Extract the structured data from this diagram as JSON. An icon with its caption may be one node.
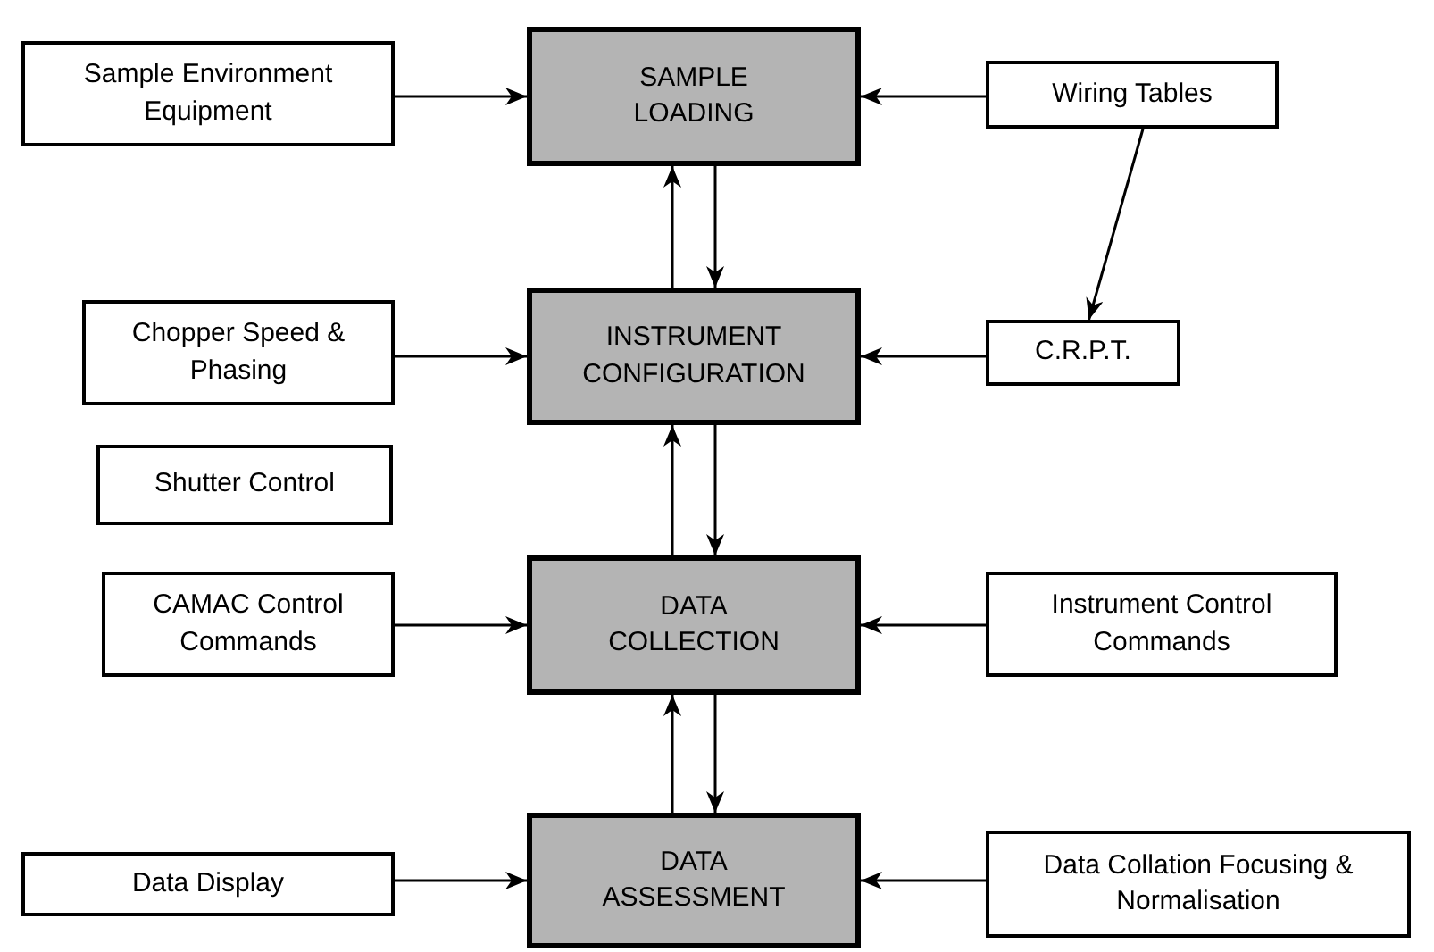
{
  "diagram": {
    "nodes": [
      {
        "text": [
          "Sample Environment Equipment"
        ]
      },
      {
        "text": [
          "SAMPLE LOADING"
        ]
      },
      {
        "text": [
          "Wiring Tables"
        ]
      },
      {
        "text": [
          "Chopper Speed & Phasing"
        ]
      },
      {
        "text": [
          "INSTRUMENT CONFIGURATION"
        ]
      },
      {
        "text": [
          "C.R.P.T."
        ]
      },
      {
        "text": [
          "Shutter Control"
        ]
      },
      {
        "text": [
          "CAMAC Control Commands"
        ]
      },
      {
        "text": [
          "DATA COLLECTION"
        ]
      },
      {
        "text": [
          "Instrument Control Commands"
        ]
      },
      {
        "text": [
          "Data Display"
        ]
      },
      {
        "text": [
          "DATA ASSESSMENT"
        ]
      },
      {
        "text": [
          "Data Collation Focusing & Normalisation"
        ]
      }
    ],
    "edges": [
      {
        "from": 0,
        "to": 1,
        "arrow": "to"
      },
      {
        "from": 2,
        "to": 1,
        "arrow": "to"
      },
      {
        "from": 2,
        "to": 5,
        "arrow": "to"
      },
      {
        "from": 4,
        "to": 1,
        "arrow": "to"
      },
      {
        "from": 1,
        "to": 4,
        "arrow": "to"
      },
      {
        "from": 3,
        "to": 4,
        "arrow": "to"
      },
      {
        "from": 5,
        "to": 4,
        "arrow": "to"
      },
      {
        "from": 8,
        "to": 4,
        "arrow": "to"
      },
      {
        "from": 4,
        "to": 8,
        "arrow": "to"
      },
      {
        "from": 7,
        "to": 8,
        "arrow": "to"
      },
      {
        "from": 9,
        "to": 8,
        "arrow": "to"
      },
      {
        "from": 11,
        "to": 8,
        "arrow": "to"
      },
      {
        "from": 8,
        "to": 11,
        "arrow": "to"
      },
      {
        "from": 10,
        "to": 11,
        "arrow": "to"
      },
      {
        "from": 12,
        "to": 11,
        "arrow": "to"
      }
    ]
  }
}
